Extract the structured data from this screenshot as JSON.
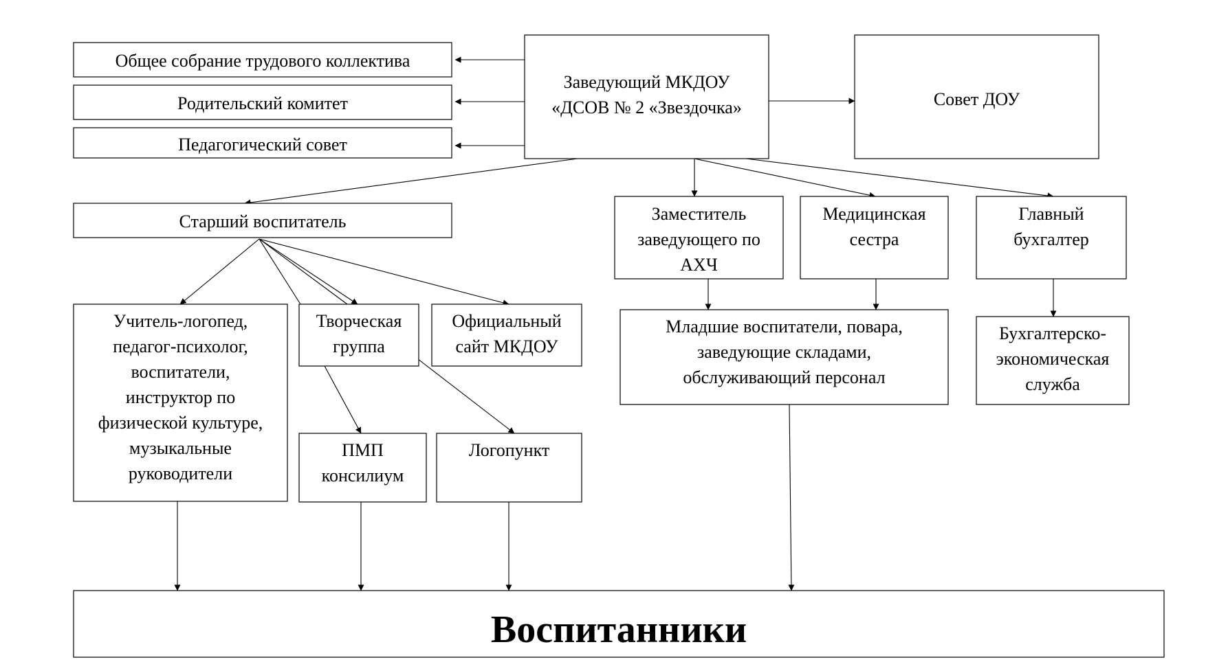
{
  "nodes": {
    "obshchee": [
      "Общее собрание трудового коллектива"
    ],
    "roditelsky": [
      "Родительский комитет"
    ],
    "pedsovet": [
      "Педагогический совет"
    ],
    "zaveduyushchy": [
      "Заведующий МКДОУ",
      "«ДСОВ № 2 «Звездочка»"
    ],
    "sovet": [
      "Совет ДОУ"
    ],
    "starshy": [
      "Старший воспитатель"
    ],
    "zam_ahch": [
      "Заместитель",
      "заведующего по",
      "АХЧ"
    ],
    "medsestra": [
      "Медицинская",
      "сестра"
    ],
    "buhgalter": [
      "Главный",
      "бухгалтер"
    ],
    "uchitel": [
      "Учитель-логопед,",
      "педагог-психолог,",
      "воспитатели,",
      "инструктор по",
      "физической культуре,",
      "музыкальные",
      "руководители"
    ],
    "tvorcheskaya": [
      "Творческая",
      "группа"
    ],
    "sait": [
      "Официальный",
      "сайт МКДОУ"
    ],
    "mladshie": [
      "Младшие воспитатели, повара,",
      "заведующие складами,",
      "обслуживающий персонал"
    ],
    "buh_sluzhba": [
      "Бухгалтерско-",
      "экономическая",
      "служба"
    ],
    "pmp": [
      "ПМП",
      "консилиум"
    ],
    "logopunkt": [
      "Логопункт"
    ],
    "vospitanniki": [
      "Воспитанники"
    ]
  },
  "edges": [
    [
      "zaveduyushchy",
      "obshchee"
    ],
    [
      "zaveduyushchy",
      "roditelsky"
    ],
    [
      "zaveduyushchy",
      "pedsovet"
    ],
    [
      "zaveduyushchy",
      "sovet"
    ],
    [
      "zaveduyushchy",
      "starshy"
    ],
    [
      "zaveduyushchy",
      "zam_ahch"
    ],
    [
      "zaveduyushchy",
      "medsestra"
    ],
    [
      "zaveduyushchy",
      "buhgalter"
    ],
    [
      "starshy",
      "uchitel"
    ],
    [
      "starshy",
      "tvorcheskaya"
    ],
    [
      "starshy",
      "sait"
    ],
    [
      "zam_ahch",
      "mladshie"
    ],
    [
      "medsestra",
      "mladshie"
    ],
    [
      "buhgalter",
      "buh_sluzhba"
    ],
    [
      "tvorcheskaya",
      "pmp"
    ],
    [
      "tvorcheskaya",
      "logopunkt"
    ],
    [
      "uchitel",
      "vospitanniki"
    ],
    [
      "pmp",
      "vospitanniki"
    ],
    [
      "logopunkt",
      "vospitanniki"
    ],
    [
      "mladshie",
      "vospitanniki"
    ]
  ]
}
